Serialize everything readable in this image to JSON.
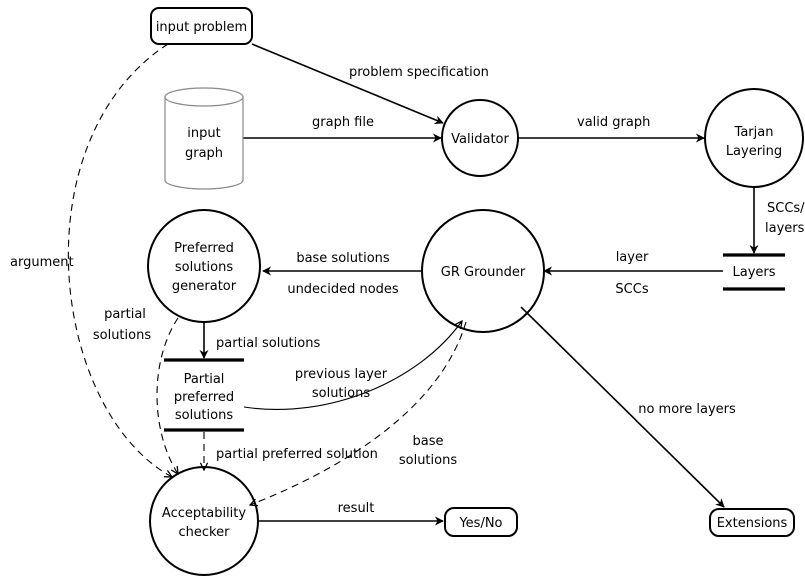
{
  "nodes": {
    "input_problem": "input problem",
    "input_graph": [
      "input",
      "graph"
    ],
    "validator": "Validator",
    "tarjan": [
      "Tarjan",
      "Layering"
    ],
    "layers": "Layers",
    "gr_grounder": "GR Grounder",
    "preferred_generator": [
      "Preferred",
      "solutions",
      "generator"
    ],
    "partial_preferred": [
      "Partial",
      "preferred",
      "solutions"
    ],
    "acceptability": [
      "Acceptability",
      "checker"
    ],
    "yes_no": "Yes/No",
    "extensions": "Extensions"
  },
  "edges": {
    "problem_specification": "problem specification",
    "graph_file": "graph file",
    "valid_graph": "valid graph",
    "sccs_layers": [
      "SCCs/",
      "layers"
    ],
    "layer": "layer",
    "sccs": "SCCs",
    "base_solutions": "base solutions",
    "undecided_nodes": "undecided nodes",
    "partial_solutions": "partial solutions",
    "partial_solutions_dashed": [
      "partial",
      "solutions"
    ],
    "previous_layer_solutions": [
      "previous layer",
      "solutions"
    ],
    "partial_preferred_solution": "partial preferred solution",
    "base_solutions_dashed": [
      "base",
      "solutions"
    ],
    "argument": "argument",
    "result": "result",
    "no_more_layers": "no more layers"
  }
}
